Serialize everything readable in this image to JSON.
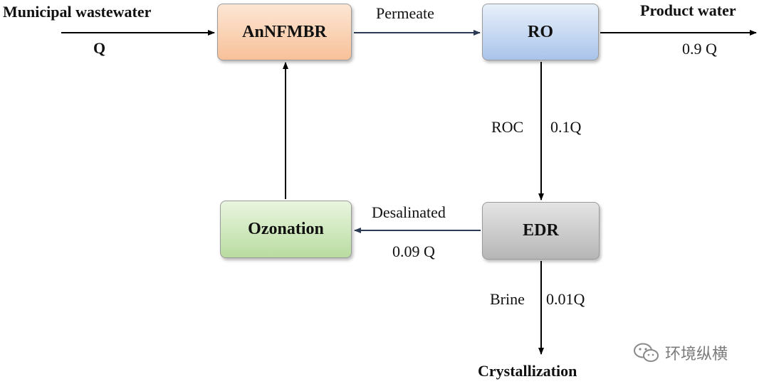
{
  "nodes": {
    "annfmbr": "AnNFMBR",
    "ro": "RO",
    "ozonation": "Ozonation",
    "edr": "EDR"
  },
  "labels": {
    "influent": "Municipal wastewater",
    "influent_flow": "Q",
    "permeate": "Permeate",
    "product": "Product water",
    "product_flow": "0.9 Q",
    "roc": "ROC",
    "roc_flow": "0.1Q",
    "desalinated": "Desalinated",
    "desalinated_flow": "0.09 Q",
    "brine": "Brine",
    "brine_flow": "0.01Q",
    "crystallization": "Crystallization"
  },
  "watermark": {
    "text": "环境纵横",
    "icon": "wechat-icon"
  },
  "colors": {
    "annfmbr_fill": "#f7c199",
    "ro_fill": "#a9c4ea",
    "ozonation_fill": "#b9dca1",
    "edr_fill": "#b6b6b6",
    "arrow_dark": "#000000",
    "arrow_navy": "#2b3a55"
  }
}
